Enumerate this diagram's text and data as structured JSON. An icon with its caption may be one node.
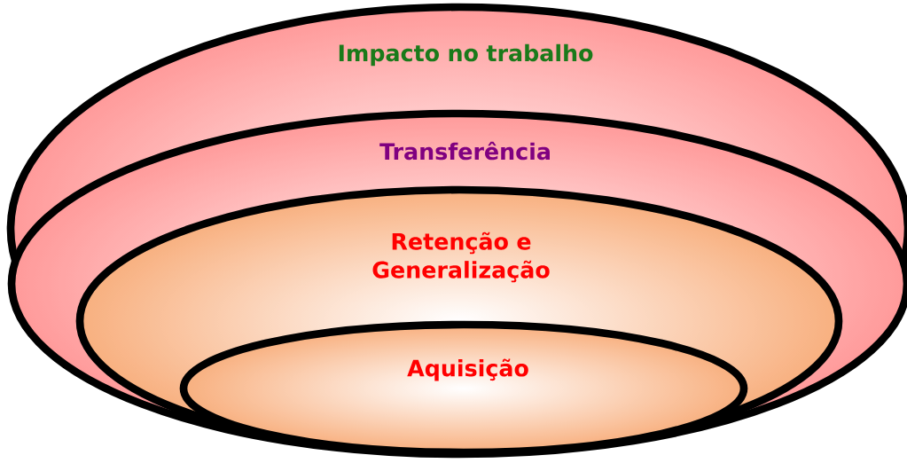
{
  "diagram": {
    "nodes": [
      {
        "text": [
          "Impacto no trabalho"
        ]
      },
      {
        "text": [
          "Transferência"
        ],
        "in": 0
      },
      {
        "text": [
          "Retenção e Generalização"
        ],
        "in": 1
      },
      {
        "text": [
          "Aquisição"
        ],
        "in": 2
      }
    ]
  }
}
